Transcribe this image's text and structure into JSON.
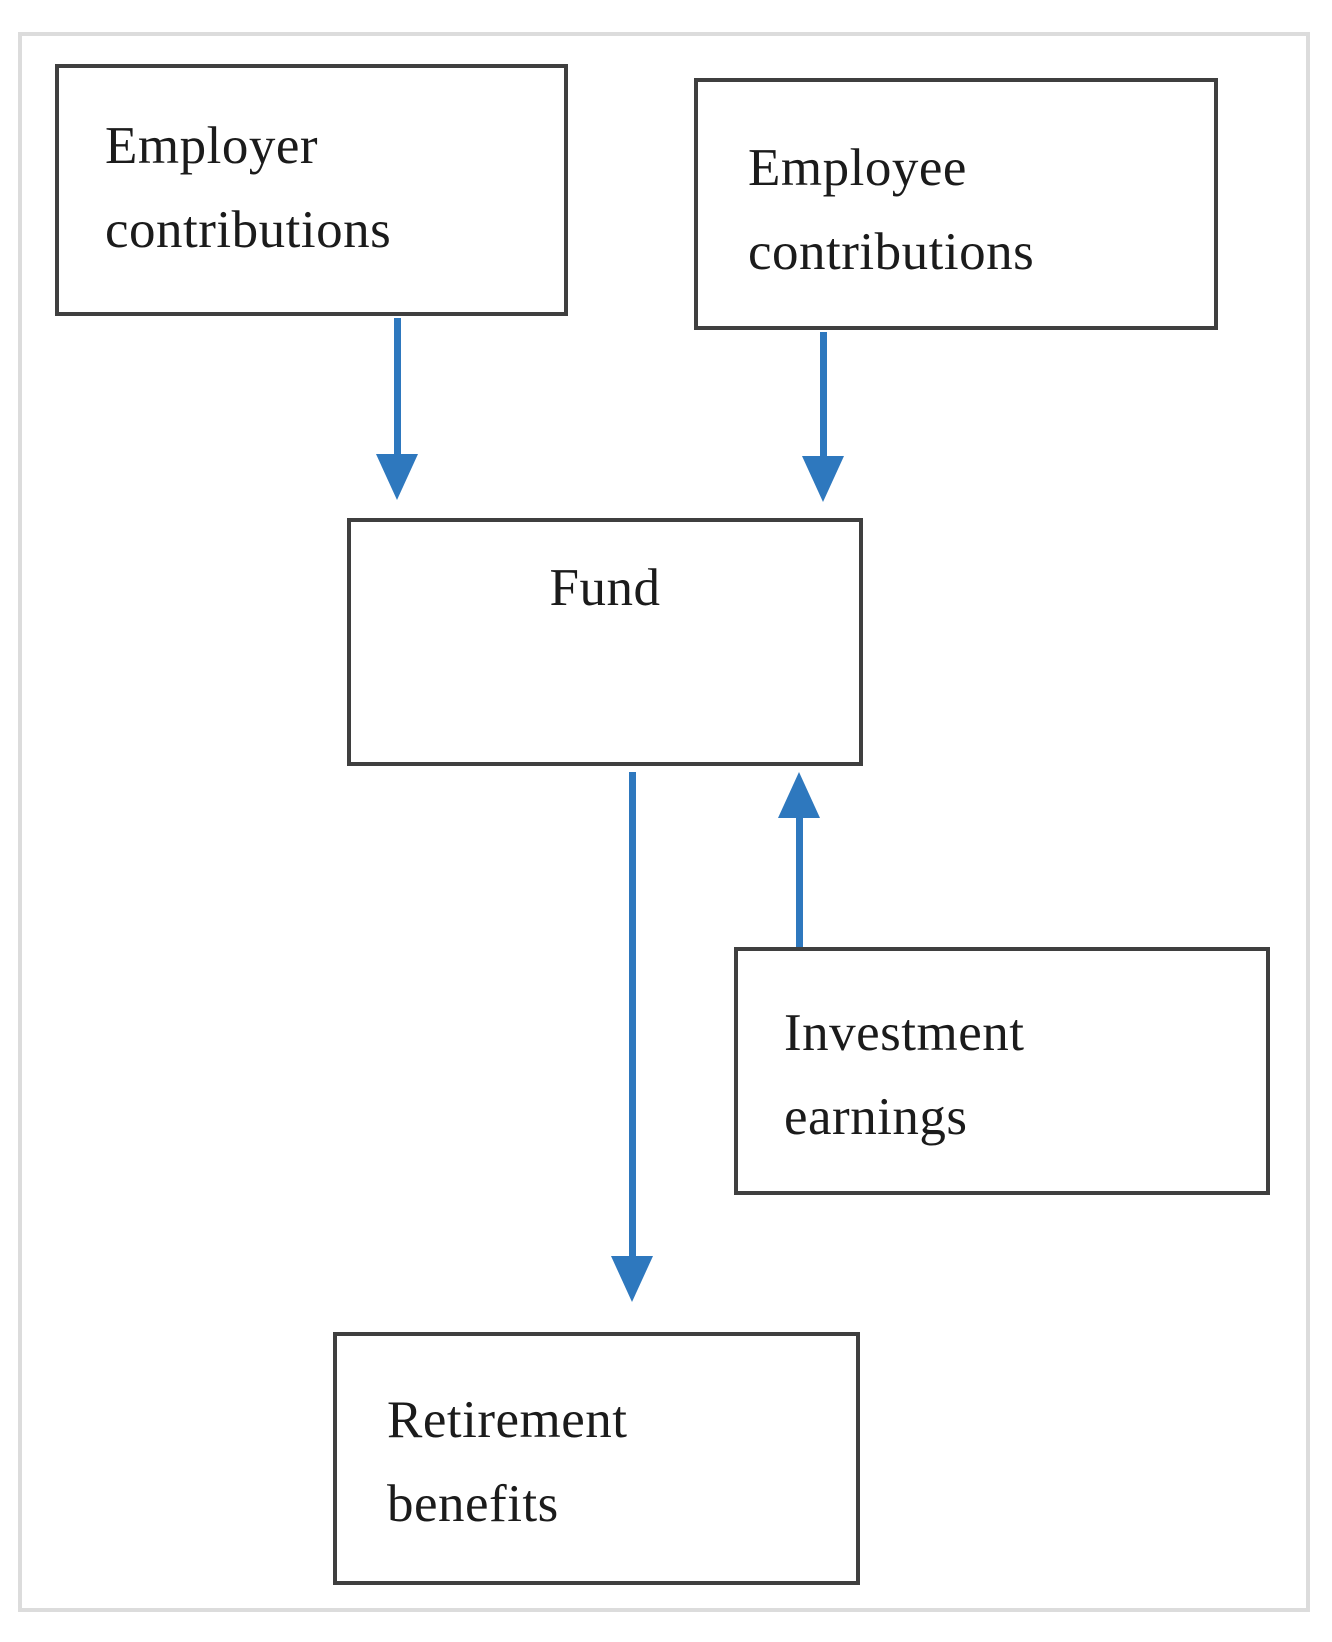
{
  "diagram": {
    "type": "flowchart",
    "nodes": {
      "employer": {
        "line1": "Employer",
        "line2": "contributions"
      },
      "employee": {
        "line1": "Employee",
        "line2": "contributions"
      },
      "fund": {
        "label": "Fund"
      },
      "investment": {
        "line1": "Investment",
        "line2": "earnings"
      },
      "retirement": {
        "line1": "Retirement",
        "line2": "benefits"
      }
    },
    "edges": [
      {
        "from": "Employer contributions",
        "to": "Fund",
        "direction": "down"
      },
      {
        "from": "Employee contributions",
        "to": "Fund",
        "direction": "down"
      },
      {
        "from": "Investment earnings",
        "to": "Fund",
        "direction": "up"
      },
      {
        "from": "Fund",
        "to": "Retirement benefits",
        "direction": "down"
      }
    ]
  },
  "colors": {
    "arrow": "#2e78be",
    "node_border": "#3f3f3f",
    "frame_border": "#dcdcdc",
    "text": "#1b1b1b",
    "background": "#ffffff"
  }
}
